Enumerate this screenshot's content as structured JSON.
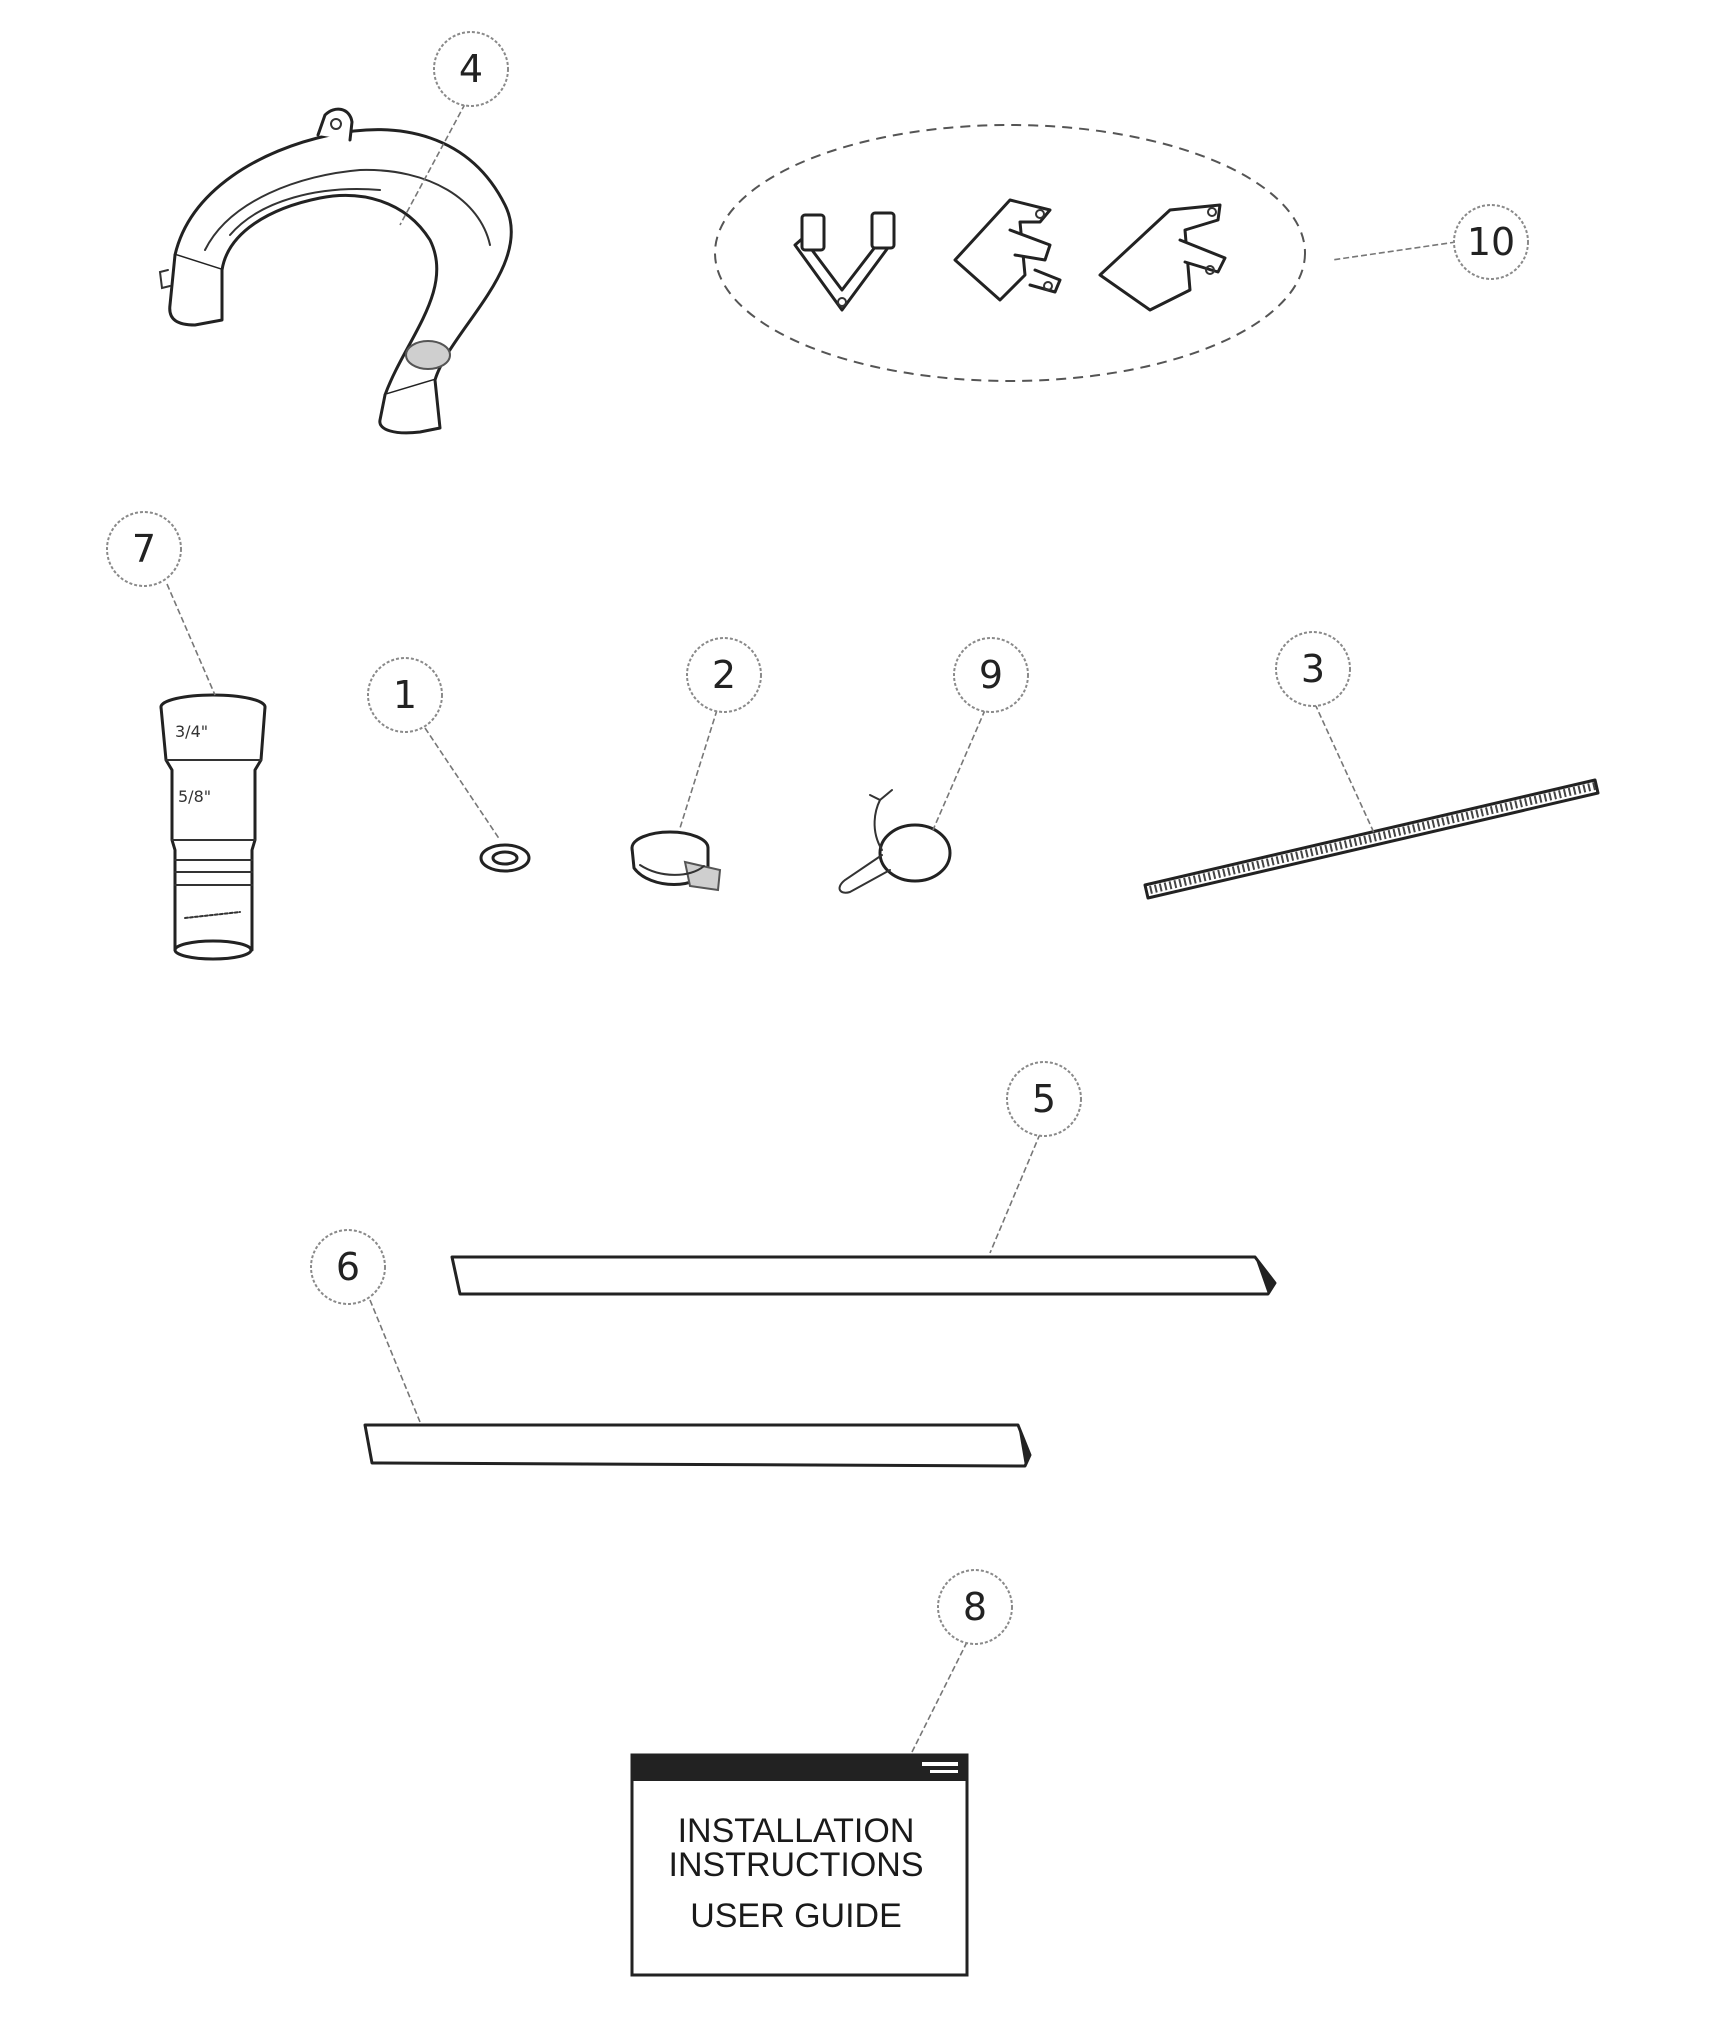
{
  "callouts": [
    {
      "id": "callout-4",
      "label": "4"
    },
    {
      "id": "callout-10",
      "label": "10"
    },
    {
      "id": "callout-7",
      "label": "7"
    },
    {
      "id": "callout-1",
      "label": "1"
    },
    {
      "id": "callout-2",
      "label": "2"
    },
    {
      "id": "callout-9",
      "label": "9"
    },
    {
      "id": "callout-3",
      "label": "3"
    },
    {
      "id": "callout-5",
      "label": "5"
    },
    {
      "id": "callout-6",
      "label": "6"
    },
    {
      "id": "callout-8",
      "label": "8"
    }
  ],
  "guide": {
    "line1": "INSTALLATION",
    "line2": "INSTRUCTIONS",
    "line3": "USER GUIDE"
  },
  "adapter": {
    "mark1": "3/4\"",
    "mark2": "5/8\""
  }
}
